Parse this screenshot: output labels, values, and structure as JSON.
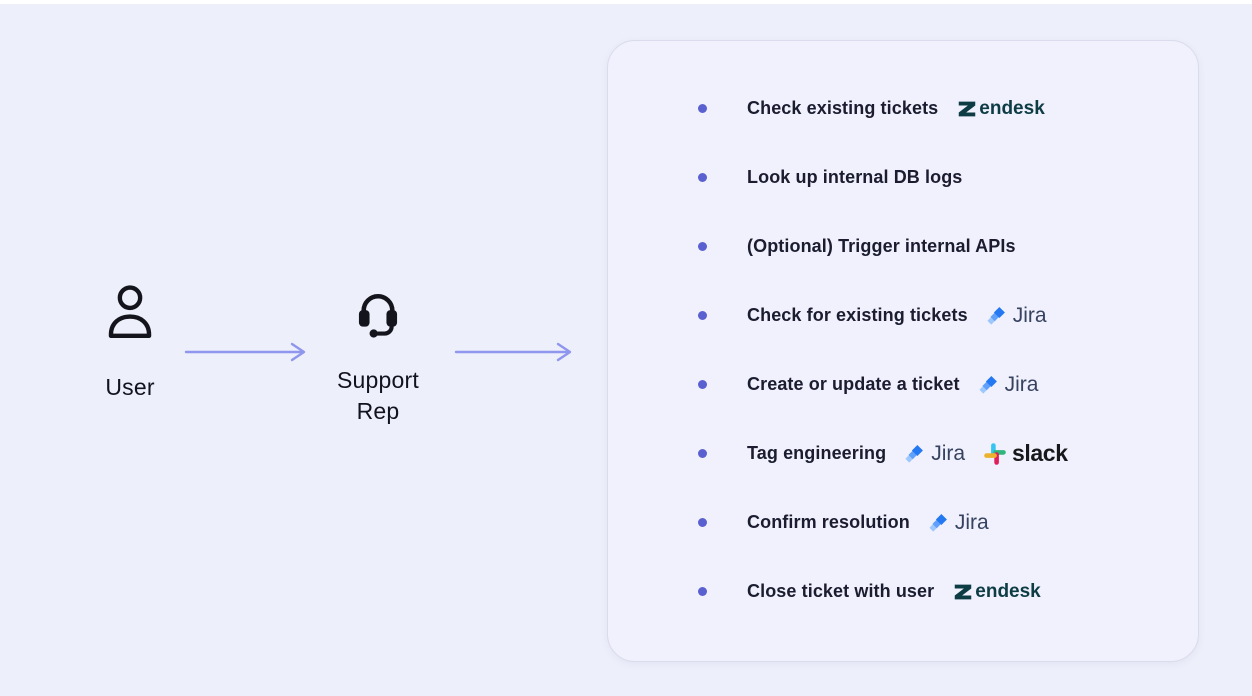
{
  "page": {
    "background_color": "#edeffa"
  },
  "flow": {
    "arrow_color": "#8f96ed",
    "nodes": [
      {
        "id": "user",
        "label": "User",
        "icon": "user-icon"
      },
      {
        "id": "support-rep",
        "label": "Support Rep",
        "icon": "headset-icon"
      }
    ]
  },
  "panel": {
    "bullet_color": "#5a60cf",
    "items": [
      {
        "label": "Check existing tickets",
        "logos": [
          "zendesk"
        ]
      },
      {
        "label": "Look up internal DB logs",
        "logos": []
      },
      {
        "label": "(Optional) Trigger internal APIs",
        "logos": []
      },
      {
        "label": "Check for existing tickets",
        "logos": [
          "jira"
        ]
      },
      {
        "label": "Create or update a ticket",
        "logos": [
          "jira"
        ]
      },
      {
        "label": "Tag engineering",
        "logos": [
          "jira",
          "slack"
        ]
      },
      {
        "label": "Confirm resolution",
        "logos": [
          "jira"
        ]
      },
      {
        "label": "Close ticket with user",
        "logos": [
          "zendesk"
        ]
      }
    ]
  },
  "logos": {
    "zendesk": {
      "name": "Zendesk",
      "wordmark": "endesk",
      "color": "#0d3c45"
    },
    "jira": {
      "name": "Jira",
      "wordmark": "Jira",
      "text_color": "#36425f",
      "mark_colors": [
        "#9ec7fd",
        "#5fa0fa",
        "#2479f3"
      ]
    },
    "slack": {
      "name": "Slack",
      "wordmark": "slack",
      "text_color": "#17181b",
      "mark_colors": [
        "#36C5F0",
        "#2EB67D",
        "#E01E5A",
        "#ECB22E"
      ]
    }
  }
}
